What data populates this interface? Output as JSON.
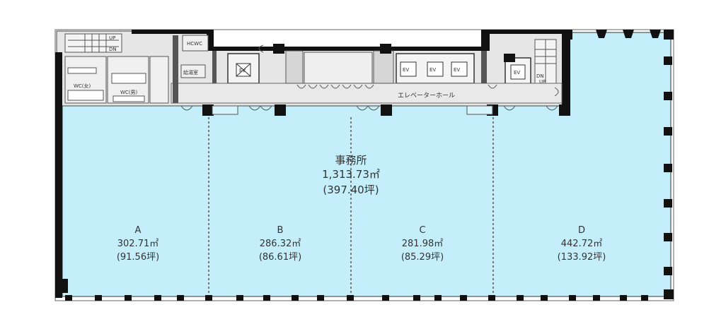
{
  "colors": {
    "office_fill": "#c4eefa",
    "core_fill": "#e6e6e6",
    "wall": "#111111",
    "line": "#444444"
  },
  "office": {
    "name": "事務所",
    "area": "1,313.73㎡",
    "tsubo": "(397.40坪)"
  },
  "zones": [
    {
      "id": "A",
      "area": "302.71㎡",
      "tsubo": "(91.56坪)"
    },
    {
      "id": "B",
      "area": "286.32㎡",
      "tsubo": "(86.61坪)"
    },
    {
      "id": "C",
      "area": "281.98㎡",
      "tsubo": "(85.29坪)"
    },
    {
      "id": "D",
      "area": "442.72㎡",
      "tsubo": "(133.92坪)"
    }
  ],
  "rooms": {
    "wc_women": "WC(女)",
    "wc_men": "WC(男)",
    "hcwc": "HCWC",
    "kitchen": "給湯室",
    "elevator_hall": "エレベーターホール",
    "ev": "EV",
    "stair_up": "UP",
    "stair_dn": "DN",
    "stair_dn2": "DN",
    "stair_up2": "UP"
  }
}
